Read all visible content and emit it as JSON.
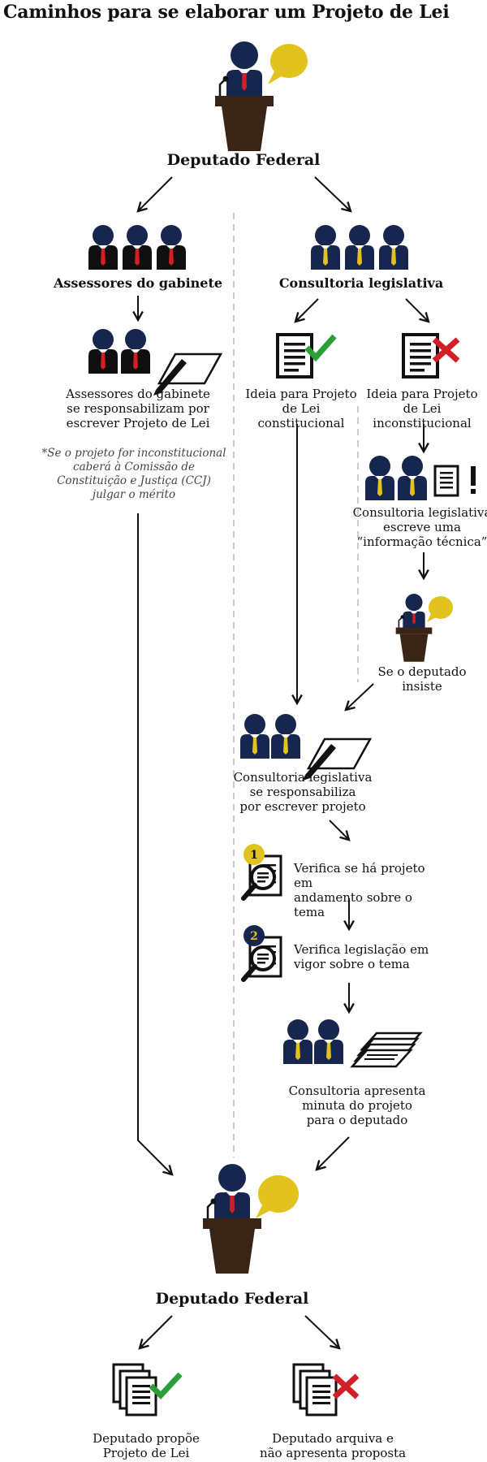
{
  "title": "Caminhos para se elaborar um Projeto de Lei",
  "colors": {
    "navy": "#17264f",
    "yellow": "#e2c21c",
    "red": "#d21f26",
    "green": "#2b9e3a",
    "brown": "#3a2416",
    "dash": "#bbbbbb"
  },
  "nodes": {
    "deputado_top": "Deputado Federal",
    "assessores": "Assessores do gabinete",
    "consultoria": "Consultoria legislativa",
    "assessores_escrevem": [
      "Assessores do gabinete",
      "se responsabilizam por",
      "escrever Projeto de Lei"
    ],
    "nota_ccj": [
      "*Se o projeto for inconstitucional",
      "caberá à Comissão de",
      "Constituição e Justiça (CCJ)",
      "julgar o mérito"
    ],
    "ideia_constitucional": [
      "Ideia para Projeto",
      "de Lei constitucional"
    ],
    "ideia_inconstitucional": [
      "Ideia para Projeto",
      "de Lei inconstitucional"
    ],
    "informacao_tecnica": [
      "Consultoria legislativa",
      "escreve uma",
      "“informação técnica”"
    ],
    "deputado_insiste": "Se o deputado insiste",
    "consultoria_escreve": [
      "Consultoria legislativa",
      "se responsabiliza",
      "por escrever projeto"
    ],
    "verifica_andamento": [
      "Verifica se há projeto em",
      "andamento sobre o tema"
    ],
    "verifica_legislacao": [
      "Verifica legislação em",
      "vigor sobre o tema"
    ],
    "minuta": [
      "Consultoria apresenta",
      "minuta do projeto",
      "para o deputado"
    ],
    "deputado_bottom": "Deputado Federal",
    "propoe": [
      "Deputado propõe",
      "Projeto de Lei"
    ],
    "arquiva": [
      "Deputado arquiva e",
      "não apresenta proposta"
    ]
  },
  "step_badges": [
    "1",
    "2"
  ]
}
